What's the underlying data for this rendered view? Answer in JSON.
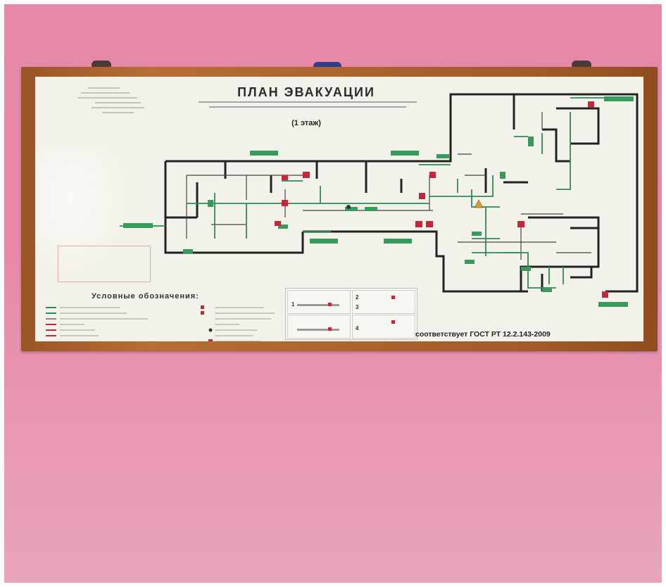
{
  "plan": {
    "title": "ПЛАН ЭВАКУАЦИИ",
    "floor": "(1 этаж)",
    "legend_title": "Условные обозначения:",
    "standard": "соответствует ГОСТ РТ 12.2.143-2009",
    "instruction_numbers": [
      "1",
      "2",
      "3",
      "4"
    ]
  },
  "colors": {
    "wall": "#e887a8",
    "frame": "#a35a27",
    "board": "#f3f2ea",
    "plan_walls": "#222222",
    "evac_route": "#2e8b57",
    "safety_sign": "#c4263b",
    "exit_sign": "#3a9a5c"
  }
}
